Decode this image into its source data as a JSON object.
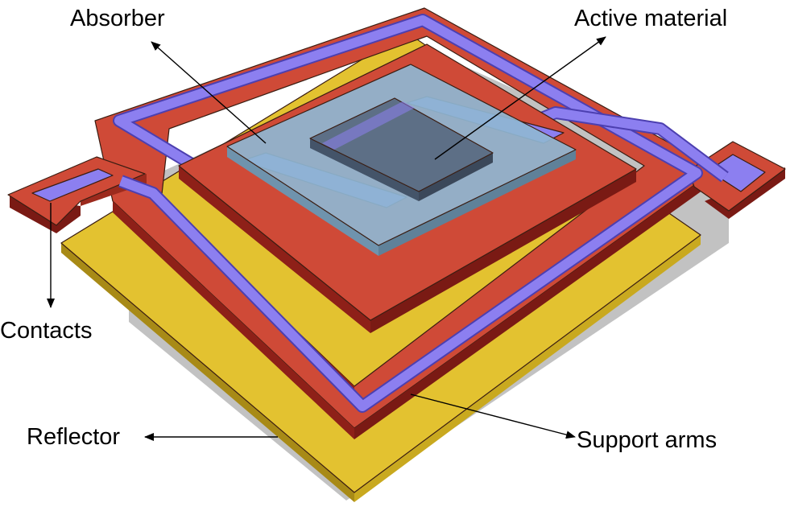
{
  "labels": {
    "absorber": "Absorber",
    "active_material": "Active material",
    "contacts": "Contacts",
    "reflector": "Reflector",
    "support_arms": "Support arms"
  },
  "colors": {
    "reflector": "#e3c230",
    "reflector_edge": "#b89a1c",
    "absorber": "#cf4a37",
    "absorber_side": "#8e2018",
    "support_arm": "#cf4a37",
    "electrode": "#8c7ff0",
    "active_glass": "#8fb6d2",
    "active_material": "#5d6f86",
    "shadow": "#bdbdbd"
  }
}
